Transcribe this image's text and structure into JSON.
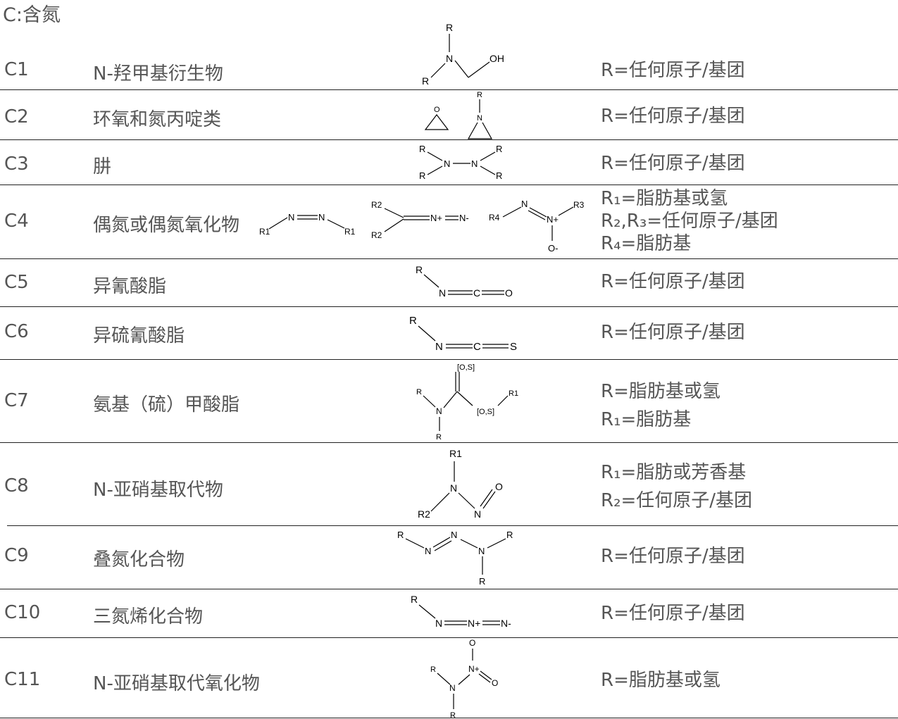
{
  "heading": "C:含氮",
  "rows": [
    {
      "code": "C1",
      "name": "N-羟甲基衍生物",
      "desc": [
        "R=任何原子/基团"
      ]
    },
    {
      "code": "C2",
      "name": "环氧和氮丙啶类",
      "desc": [
        "R=任何原子/基团"
      ]
    },
    {
      "code": "C3",
      "name": "肼",
      "desc": [
        "R=任何原子/基团"
      ]
    },
    {
      "code": "C4",
      "name": "偶氮或偶氮氧化物",
      "desc": [
        "R₁=脂肪基或氢",
        "R₂,R₃=任何原子/基团",
        "R₄=脂肪基"
      ]
    },
    {
      "code": "C5",
      "name": "异氰酸脂",
      "desc": [
        "R=任何原子/基团"
      ]
    },
    {
      "code": "C6",
      "name": "异硫氰酸脂",
      "desc": [
        "R=任何原子/基团"
      ]
    },
    {
      "code": "C7",
      "name": "氨基（硫）甲酸脂",
      "desc": [
        "R=脂肪基或氢",
        "R₁=脂肪基"
      ]
    },
    {
      "code": "C8",
      "name": "N-亚硝基取代物",
      "desc": [
        "R₁=脂肪或芳香基",
        "R₂=任何原子/基团"
      ]
    },
    {
      "code": "C9",
      "name": "叠氮化合物",
      "desc": [
        "R=任何原子/基团"
      ]
    },
    {
      "code": "C10",
      "name": "三氮烯化合物",
      "desc": [
        "R=任何原子/基团"
      ]
    },
    {
      "code": "C11",
      "name": "N-亚硝基取代氧化物",
      "desc": [
        "R=脂肪基或氢"
      ]
    }
  ],
  "structures": {
    "c1": [
      "R",
      "N",
      "OH",
      "R"
    ],
    "c2": [
      "O",
      "R",
      "N"
    ],
    "c3": [
      "R",
      "R",
      "N",
      "N",
      "R",
      "R"
    ],
    "c4": [
      "N",
      "N",
      "R1",
      "R1",
      "R2",
      "R2",
      "N+",
      "N-",
      "N",
      "R4",
      "N+",
      "R3",
      "O-"
    ],
    "c5": [
      "R",
      "N",
      "C",
      "O"
    ],
    "c6": [
      "R",
      "N",
      "C",
      "S"
    ],
    "c7": [
      "[O,S]",
      "R",
      "N",
      "[O,S]",
      "R1",
      "R"
    ],
    "c8": [
      "R1",
      "N",
      "O",
      "R2",
      "N"
    ],
    "c9": [
      "R",
      "N",
      "N",
      "N",
      "R",
      "R"
    ],
    "c10": [
      "R",
      "N",
      "N+",
      "N-"
    ],
    "c11": [
      "O",
      "N+",
      "O",
      "R",
      "N",
      "R"
    ]
  },
  "colors": {
    "text": "#555555",
    "rule": "#222222",
    "structure": "#000000"
  }
}
